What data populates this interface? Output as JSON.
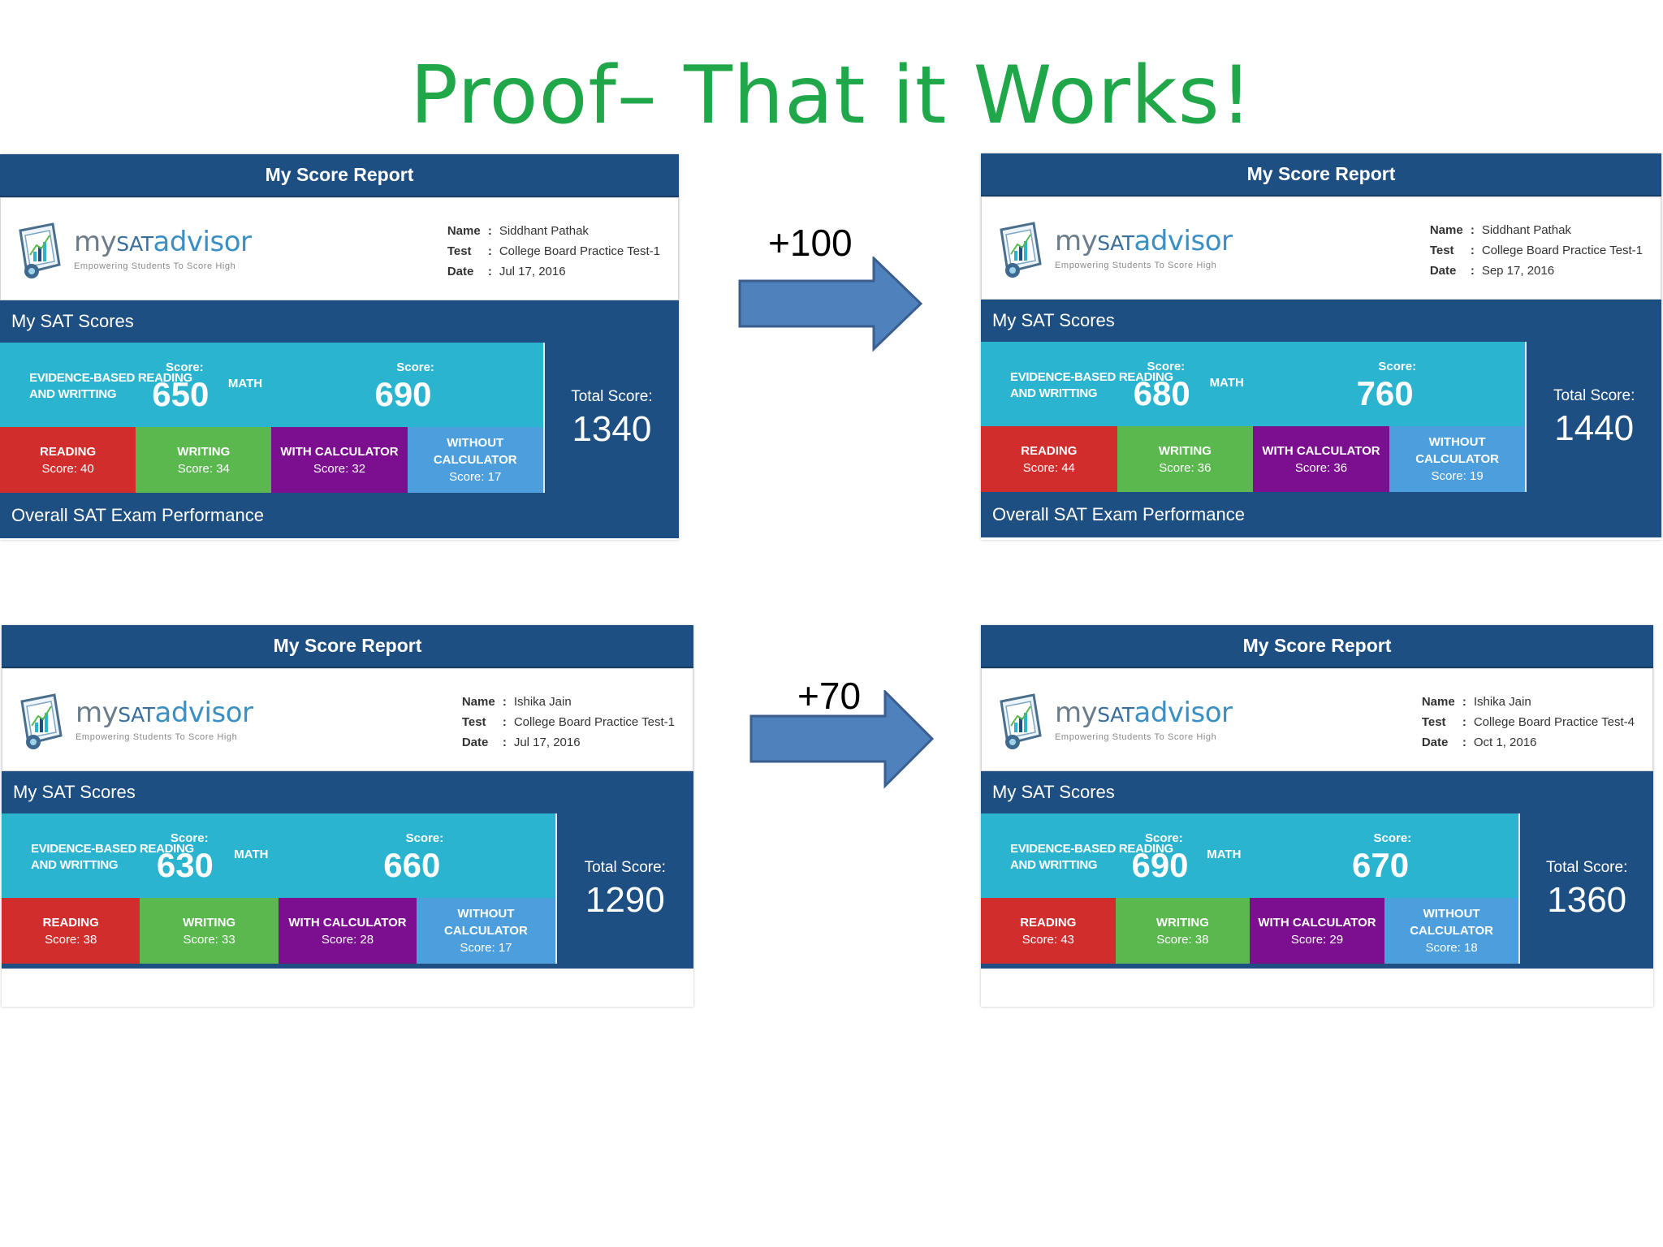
{
  "slide_title": "Proof– That it Works!",
  "deltas": [
    "+100",
    "+70"
  ],
  "common": {
    "header": "My Score Report",
    "brand_my": "my",
    "brand_sat": "SAT",
    "brand_advisor": "advisor",
    "tagline": "Empowering Students To Score High",
    "name_key": "Name",
    "test_key": "Test",
    "date_key": "Date",
    "sep": ":",
    "scores_section": "My SAT Scores",
    "ebrw_line1": "EVIDENCE-BASED READING",
    "ebrw_line2": "AND WRITTING",
    "score_caption": "Score:",
    "math_label": "MATH",
    "total_caption": "Total Score:",
    "reading_label": "READING",
    "writing_label": "WRITING",
    "withcalc_label": "WITH CALCULATOR",
    "without_line1": "WITHOUT",
    "without_line2": "CALCULATOR",
    "overall_section": "Overall SAT Exam Performance"
  },
  "reports": [
    {
      "name": "Siddhant Pathak",
      "test": "College Board Practice Test-1",
      "date": "Jul 17, 2016",
      "ebrw_score": "650",
      "math_score": "690",
      "total": "1340",
      "reading": "Score: 40",
      "writing": "Score: 34",
      "with_calc": "Score: 32",
      "without_calc": "Score: 17"
    },
    {
      "name": "Siddhant Pathak",
      "test": "College Board Practice Test-1",
      "date": "Sep 17, 2016",
      "ebrw_score": "680",
      "math_score": "760",
      "total": "1440",
      "reading": "Score: 44",
      "writing": "Score: 36",
      "with_calc": "Score: 36",
      "without_calc": "Score: 19"
    },
    {
      "name": "Ishika Jain",
      "test": "College Board Practice Test-1",
      "date": "Jul 17, 2016",
      "ebrw_score": "630",
      "math_score": "660",
      "total": "1290",
      "reading": "Score: 38",
      "writing": "Score: 33",
      "with_calc": "Score: 28",
      "without_calc": "Score: 17"
    },
    {
      "name": "Ishika Jain",
      "test": "College Board Practice Test-4",
      "date": "Oct 1, 2016",
      "ebrw_score": "690",
      "math_score": "670",
      "total": "1360",
      "reading": "Score: 43",
      "writing": "Score: 38",
      "with_calc": "Score: 29",
      "without_calc": "Score: 18"
    }
  ],
  "colors": {
    "title_green": "#1fa749",
    "navy": "#1e4f82",
    "cyan": "#2ab4d0",
    "red": "#d22d2d",
    "green": "#5ab84f",
    "purple": "#7c0f8f",
    "blue": "#4c9fdc",
    "arrow_fill": "#4f81bd",
    "arrow_stroke": "#3a5f8f"
  },
  "icons": [
    "right-arrow-icon",
    "sat-advisor-logo-icon"
  ]
}
